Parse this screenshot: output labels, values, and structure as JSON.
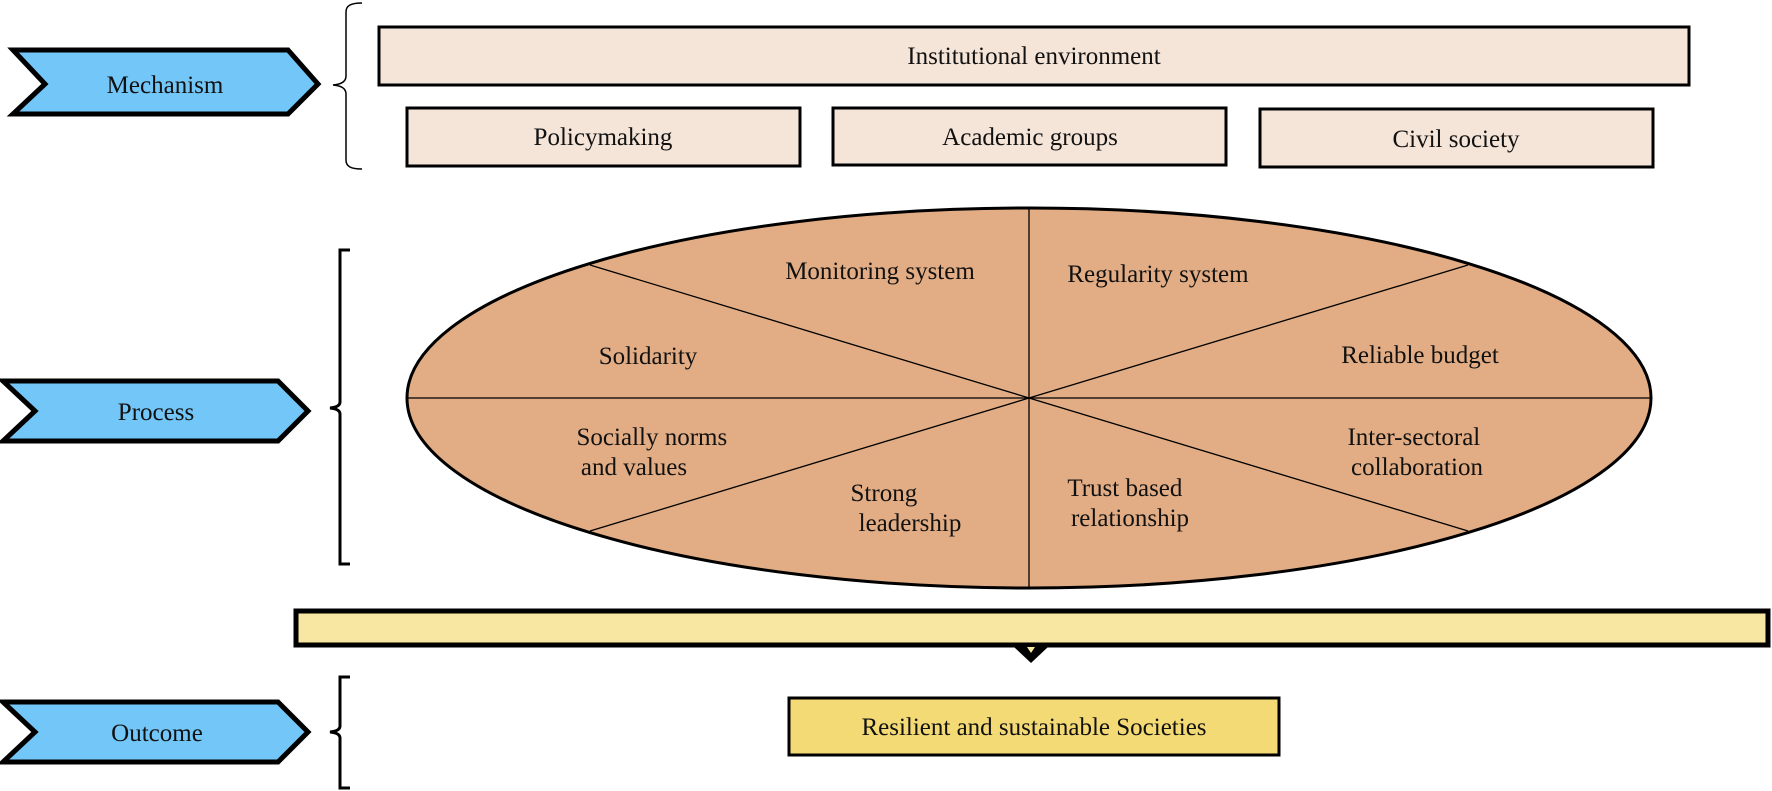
{
  "stages": {
    "mechanism": "Mechanism",
    "process": "Process",
    "outcome": "Outcome"
  },
  "mechanism": {
    "top": "Institutional environment",
    "boxes": [
      "Policymaking",
      "Academic groups",
      "Civil society"
    ]
  },
  "process": {
    "segments": {
      "monitoring": [
        "Monitoring system"
      ],
      "regularity": [
        "Regularity system"
      ],
      "solidarity": [
        "Solidarity"
      ],
      "budget": [
        "Reliable budget"
      ],
      "norms": [
        "Socially norms",
        "and values"
      ],
      "intersectoral": [
        "Inter-sectoral",
        "collaboration"
      ],
      "leadership": [
        "Strong",
        "leadership"
      ],
      "trust": [
        "Trust based",
        "relationship"
      ]
    }
  },
  "outcome": {
    "label": "Resilient and sustainable Societies"
  },
  "colors": {
    "stage_arrow": "#73c6f8",
    "mechanism_box": "#f5e4d8",
    "ellipse": "#e2ad84",
    "bar": "#f8e7a2",
    "outcome_box": "#f4da74"
  }
}
